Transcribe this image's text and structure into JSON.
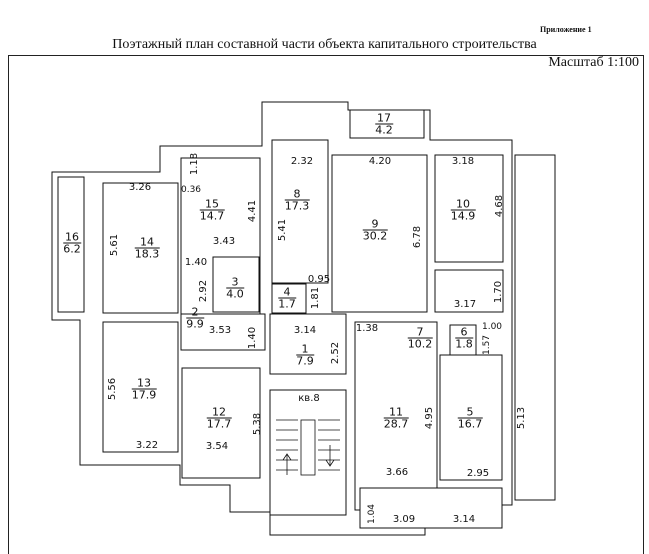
{
  "header": {
    "appendix": "Приложение 1",
    "title": "Поэтажный план составной части объекта капитального строительства",
    "scale": "Масштаб 1:100"
  },
  "rooms": [
    {
      "number": "16",
      "area": "6.2"
    },
    {
      "number": "14",
      "area": "18.3"
    },
    {
      "number": "15",
      "area": "14.7"
    },
    {
      "number": "8",
      "area": "17.3"
    },
    {
      "number": "9",
      "area": "30.2"
    },
    {
      "number": "17",
      "area": "4.2"
    },
    {
      "number": "10",
      "area": "14.9"
    },
    {
      "number": "3",
      "area": "4.0"
    },
    {
      "number": "4",
      "area": "1.7"
    },
    {
      "number": "2",
      "area": "9.9"
    },
    {
      "number": "1",
      "area": "7.9"
    },
    {
      "number": "7",
      "area": "10.2"
    },
    {
      "number": "6",
      "area": "1.8"
    },
    {
      "number": "13",
      "area": "17.9"
    },
    {
      "number": "12",
      "area": "17.7"
    },
    {
      "number": "11",
      "area": "28.7"
    },
    {
      "number": "5",
      "area": "16.7"
    }
  ],
  "apartment_label": "кв.8",
  "dimensions": [
    "3.26",
    "0.36",
    "1.18",
    "2.32",
    "4.41",
    "5.41",
    "5.61",
    "3.43",
    "1.40",
    "2.92",
    "0.95",
    "1.81",
    "4.20",
    "3.18",
    "6.78",
    "4.68",
    "1.70",
    "3.17",
    "3.53",
    "3.14",
    "1.40",
    "2.52",
    "1.38",
    "1.00",
    "1.57",
    "5.56",
    "3.22",
    "5.38",
    "3.54",
    "4.95",
    "5.13",
    "3.66",
    "2.95",
    "1.04",
    "3.09",
    "3.14"
  ]
}
